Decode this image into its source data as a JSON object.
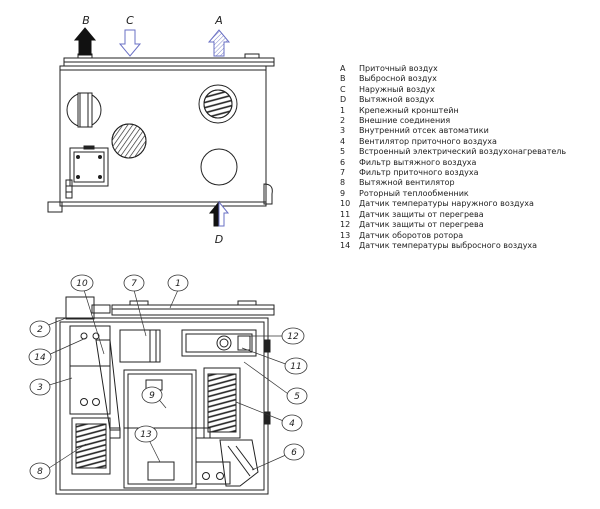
{
  "flow_markers": {
    "a": "A",
    "b": "B",
    "c": "C",
    "d": "D"
  },
  "callouts": [
    "1",
    "2",
    "3",
    "4",
    "5",
    "6",
    "7",
    "8",
    "9",
    "10",
    "11",
    "12",
    "13",
    "14"
  ],
  "legend": [
    {
      "key": "A",
      "text": "Приточный воздух"
    },
    {
      "key": "B",
      "text": "Выбросной воздух"
    },
    {
      "key": "C",
      "text": "Наружный воздух"
    },
    {
      "key": "D",
      "text": "Вытяжной воздух"
    },
    {
      "key": "1",
      "text": "Крепежный кронштейн"
    },
    {
      "key": "2",
      "text": "Внешние соединения"
    },
    {
      "key": "3",
      "text": "Внутренний отсек автоматики"
    },
    {
      "key": "4",
      "text": "Вентилятор приточного воздуха"
    },
    {
      "key": "5",
      "text": "Встроенный электрический воздухонагреватель"
    },
    {
      "key": "6",
      "text": "Фильтр вытяжного воздуха"
    },
    {
      "key": "7",
      "text": "Фильтр приточного воздуха"
    },
    {
      "key": "8",
      "text": "Вытяжной вентилятор"
    },
    {
      "key": "9",
      "text": "Роторный теплообменник"
    },
    {
      "key": "10",
      "text": "Датчик температуры наружного воздуха"
    },
    {
      "key": "11",
      "text": "Датчик защиты от перегрева"
    },
    {
      "key": "12",
      "text": "Датчик защиты от перегрева"
    },
    {
      "key": "13",
      "text": "Датчик оборотов ротора"
    },
    {
      "key": "14",
      "text": "Датчик температуры выбросного воздуха"
    }
  ]
}
